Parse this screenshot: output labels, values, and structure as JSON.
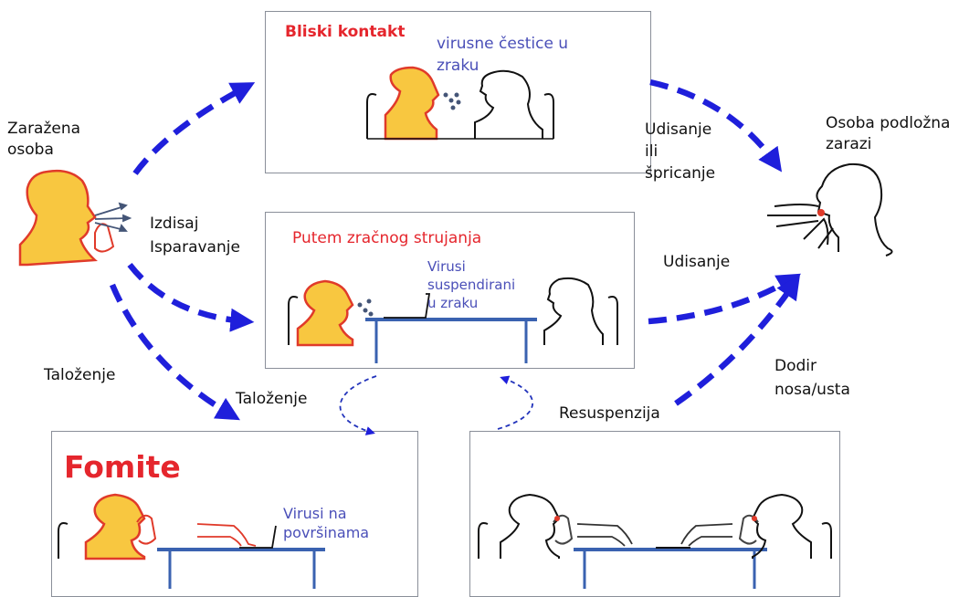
{
  "colors": {
    "arrow": "#1f1fdb",
    "infected_fill": "#f8c740",
    "infected_outline": "#e03a2a",
    "title_red": "#e5262d",
    "virus_text": "#4a4fb8",
    "table": "#3a62b0"
  },
  "labels": {
    "infected_person": [
      "Zaražena",
      "osoba"
    ],
    "susceptible_person": [
      "Osoba podložna",
      "zarazi"
    ],
    "exhale": [
      "Izdisaj",
      "Isparavanje"
    ],
    "inhale_or_spray": [
      "Udisanje",
      "ili",
      "špricanje"
    ],
    "inhale": "Udisanje",
    "settling_left": "Taloženje",
    "settling_center": "Taloženje",
    "resuspension": "Resuspenzija",
    "touch": [
      "Dodir",
      "nosa/usta"
    ]
  },
  "panels": {
    "close_contact": {
      "title": "Bliski kontakt",
      "note": [
        "virusne čestice u",
        "zraku"
      ]
    },
    "airborne": {
      "title": "Putem zračnog strujanja",
      "note": [
        "Virusi",
        "suspendirani",
        "u zraku"
      ]
    },
    "fomite": {
      "title": "Fomite",
      "note": [
        "Virusi na",
        "površinama"
      ]
    },
    "resuspension_scene": {
      "icons": [
        "seated-person-icon",
        "hand-icon",
        "table-icon"
      ]
    }
  }
}
